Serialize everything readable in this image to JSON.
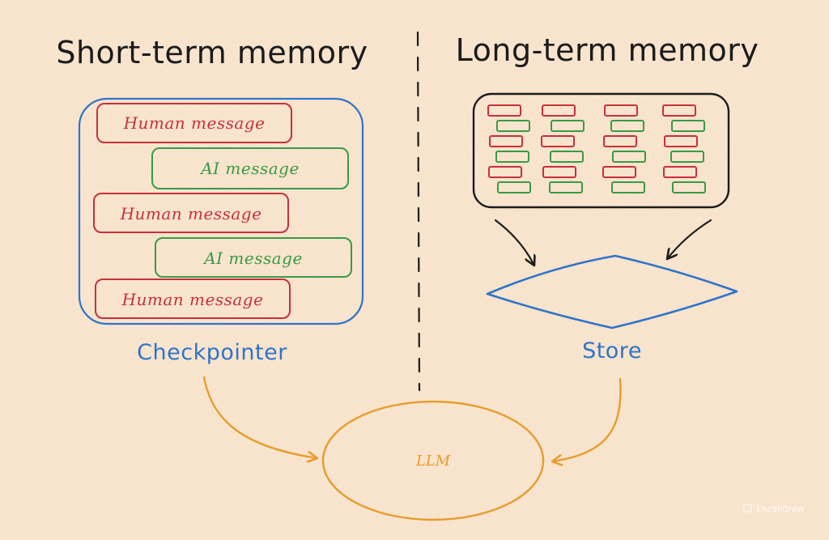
{
  "short_term": {
    "heading": "Short-term memory",
    "messages": [
      {
        "kind": "human",
        "text": "Human message"
      },
      {
        "kind": "ai",
        "text": "AI message"
      },
      {
        "kind": "human",
        "text": "Human message"
      },
      {
        "kind": "ai",
        "text": "AI message"
      },
      {
        "kind": "human",
        "text": "Human message"
      }
    ],
    "container_label": "Checkpointer"
  },
  "long_term": {
    "heading": "Long-term memory",
    "store_label": "Store"
  },
  "llm_label": "LLM",
  "watermark": "Excalidraw",
  "colors": {
    "human": "#c8303b",
    "ai": "#3a9a45",
    "blue": "#2f74c9",
    "orange": "#e89c2c",
    "ink": "#1b1b1b",
    "background": "#f8e3cc"
  }
}
